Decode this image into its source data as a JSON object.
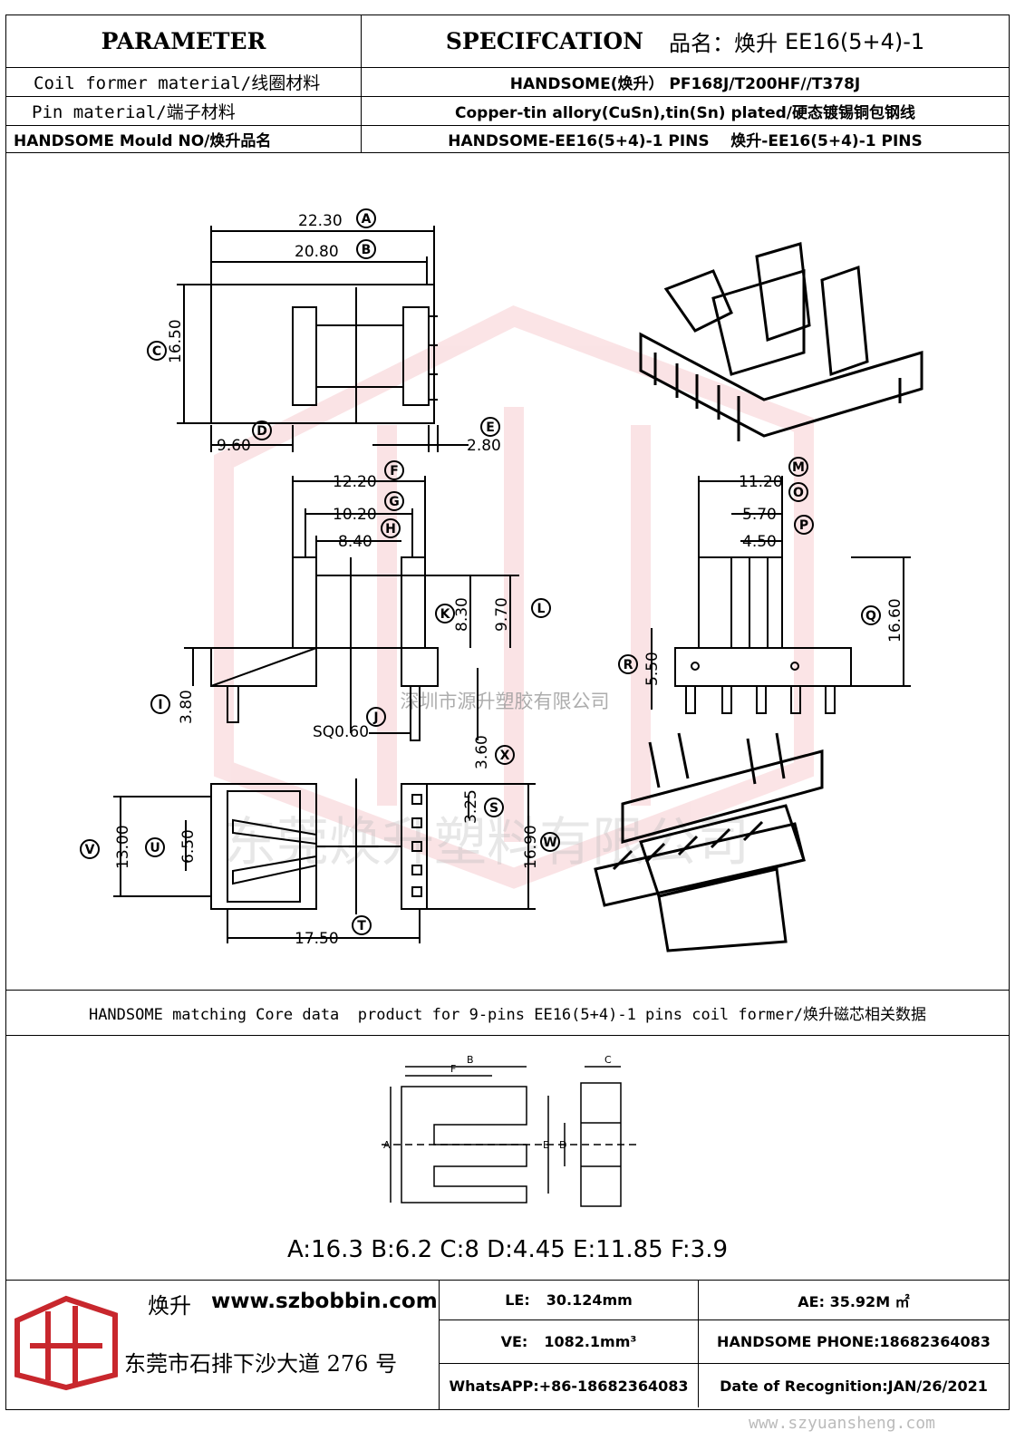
{
  "header": {
    "param_title": "PARAMETER",
    "spec_title": "SPECIFCATION",
    "product_name_label": "品名：焕升",
    "product_name_value": "EE16(5+4)-1"
  },
  "rows": [
    {
      "label": "Coil former material/线圈材料",
      "value": "HANDSOME(焕升）  PF168J/T200HF//T378J"
    },
    {
      "label": "Pin material/端子材料",
      "value": "Copper-tin allory(CuSn),tin(Sn) plated/硬态镀锡铜包钢线"
    },
    {
      "label": "HANDSOME Mould NO/焕升品名",
      "value": "HANDSOME-EE16(5+4)-1 PINS    焕升-EE16(5+4)-1 PINS"
    }
  ],
  "dimensions": {
    "A": "22.30",
    "B": "20.80",
    "C": "16.50",
    "D": "9.60",
    "E": "2.80",
    "F": "12.20",
    "G": "10.20",
    "H": "8.40",
    "K": "8.30",
    "L": "9.70",
    "I": "3.80",
    "J": "SQ0.60",
    "X": "3.60",
    "M": "11.20",
    "O": "5.70",
    "P": "4.50",
    "Q": "16.60",
    "R": "5.50",
    "V": "13.00",
    "U": "6.50",
    "S": "3.25",
    "W": "16.90",
    "T": "17.50"
  },
  "watermark": "深圳市源升塑胶有限公司",
  "watermark2": "东莞焕升塑料有限公司",
  "core_caption": "HANDSOME matching Core data  product for 9-pins EE16(5+4)-1 pins coil former/焕升磁芯相关数据",
  "core_labels": {
    "A": "A",
    "B": "B",
    "C": "C",
    "D": "D",
    "E": "E",
    "F": "F"
  },
  "core_values": "A:16.3 B:6.2 C:8 D:4.45 E:11.85 F:3.9",
  "footer": {
    "brand": "焕升",
    "website": "www.szbobbin.com",
    "address": "东莞市石排下沙大道 276 号",
    "le_label": "LE:",
    "le_value": "30.124mm",
    "ae_label": "AE: 35.92M ㎡",
    "ve_label": "VE:",
    "ve_value": "1082.1mm³",
    "phone": "HANDSOME PHONE:18682364083",
    "whatsapp": "WhatsAPP:+86-18682364083",
    "date": "Date of Recognition:JAN/26/2021",
    "site_watermark": "www.szyuansheng.com"
  }
}
